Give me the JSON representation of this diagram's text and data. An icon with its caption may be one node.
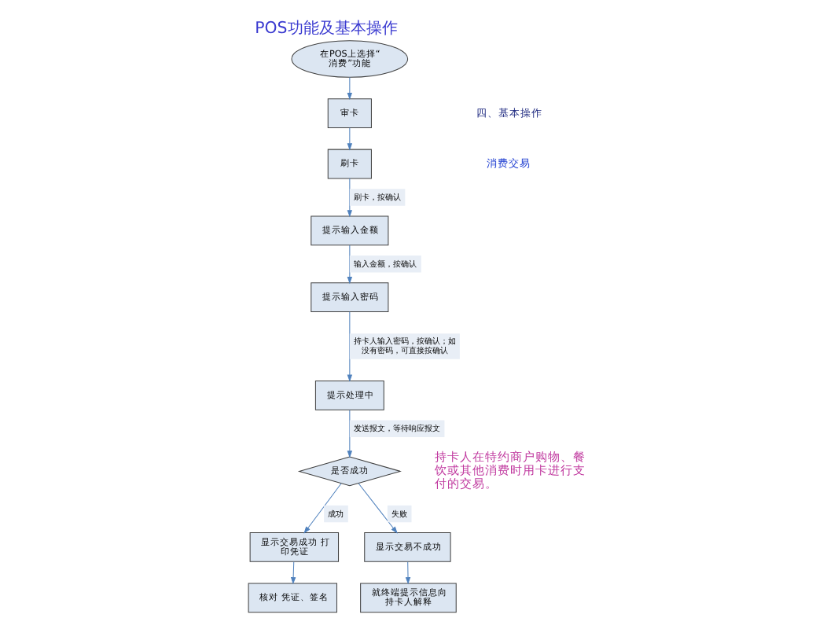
{
  "diagram": {
    "title": "POS功能及基本操作",
    "nodes": [
      {
        "text": [
          "在POS上选择“消费”功能"
        ]
      },
      {
        "text": [
          "审卡"
        ]
      },
      {
        "text": [
          "刷卡"
        ]
      },
      {
        "text": [
          "提示输入金额"
        ]
      },
      {
        "text": [
          "提示输入密码"
        ]
      },
      {
        "text": [
          "提示处理中"
        ]
      },
      {
        "text": [
          "是否成功"
        ]
      },
      {
        "text": [
          "显示交易成功 打印凭证"
        ]
      },
      {
        "text": [
          "显示交易不成功"
        ]
      },
      {
        "text": [
          "核对 凭证、签名"
        ]
      },
      {
        "text": [
          "就终端提示信息向持卡人解释"
        ]
      }
    ],
    "edges": [
      {
        "from": 0,
        "to": 1,
        "arrow": "to"
      },
      {
        "from": 1,
        "to": 2,
        "arrow": "to"
      },
      {
        "from": 2,
        "to": 3,
        "arrow": "to",
        "label": "刷卡，按确认"
      },
      {
        "from": 3,
        "to": 4,
        "arrow": "to",
        "label": "输入金额，按确认"
      },
      {
        "from": 4,
        "to": 5,
        "arrow": "to",
        "label": "持卡人输入密码，按确认；如没有密码，可直接按确认"
      },
      {
        "from": 5,
        "to": 6,
        "arrow": "to",
        "label": "发送报文，等待响应报文"
      },
      {
        "from": 6,
        "to": 7,
        "arrow": "to",
        "label": "成功"
      },
      {
        "from": 6,
        "to": 8,
        "arrow": "to",
        "label": "失败"
      },
      {
        "from": 7,
        "to": 9,
        "arrow": "to"
      },
      {
        "from": 8,
        "to": 10,
        "arrow": "to"
      }
    ],
    "labels": [
      "四、基本操作",
      "消费交易",
      "持卡人在特约商户购物、餐饮或其他消费时用卡进行支付的交易。"
    ]
  }
}
